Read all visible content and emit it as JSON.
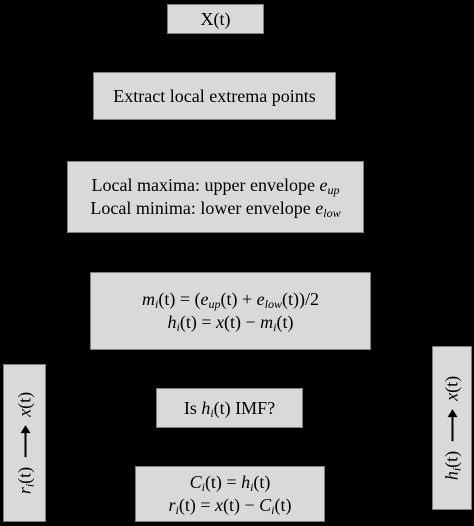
{
  "boxes": {
    "input": "X(t)",
    "extract": "Extract local extrema points",
    "envelope": {
      "line1": {
        "text": "Local maxima: upper envelope ",
        "var": "e",
        "sub": "up"
      },
      "line2": {
        "text": "Local minima: lower envelope ",
        "var": "e",
        "sub": "low"
      }
    },
    "mean": {
      "line1": {
        "m": "m",
        "i": "i",
        "rest1": "(t) = (",
        "e1": "e",
        "sub1": "up",
        "mid": "(t) + ",
        "e2": "e",
        "sub2": "low",
        "end": "(t))/2"
      },
      "line2": {
        "h": "h",
        "i": "i",
        "rest": "(t) = ",
        "x": "x",
        "mid": "(t) − ",
        "m": "m",
        "i2": "i",
        "end": "(t)"
      }
    },
    "check": {
      "pre": "Is ",
      "h": "h",
      "i": "i",
      "post": "(t) IMF?"
    },
    "result": {
      "line1": {
        "c": "C",
        "i": "i",
        "mid": "(t) = ",
        "h": "h",
        "i2": "i",
        "end": "(t)"
      },
      "line2": {
        "r": "r",
        "i": "i",
        "mid": "(t) = ",
        "x": "x",
        "mid2": "(t) − ",
        "c": "C",
        "i2": "i",
        "end": "(t)"
      }
    },
    "left_side": {
      "r": "r",
      "i": "i",
      "t1": "(t)",
      "x": "x",
      "t2": "(t)"
    },
    "right_side": {
      "h": "h",
      "i": "i",
      "t1": "(t)",
      "x": "x",
      "t2": "(t)"
    }
  }
}
